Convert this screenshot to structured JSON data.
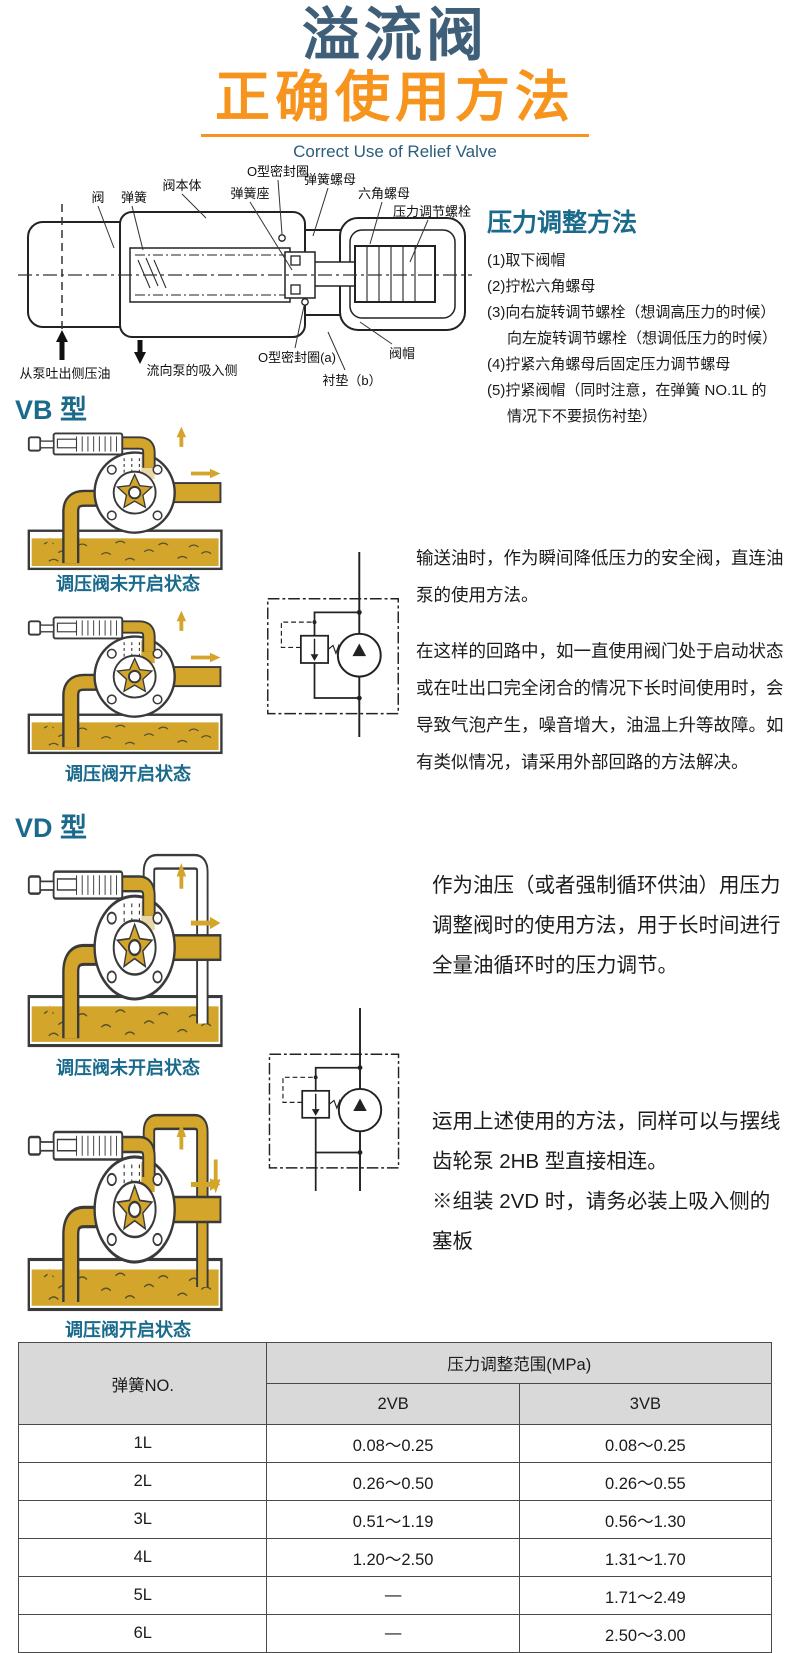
{
  "colors": {
    "title_blue": "#3f5e78",
    "subtitle_blue": "#2b5d7c",
    "orange": "#f7941e",
    "teal": "#1a6a8c",
    "oil_gold": "#d3a52b",
    "table_header_bg": "#d9d9d9"
  },
  "header": {
    "title_line1": "溢流阀",
    "title_line2": "正确使用方法",
    "subtitle": "Correct Use of Relief Valve"
  },
  "valve_diagram": {
    "labels": {
      "valve": "阀",
      "spring": "弹簧",
      "valve_body": "阀本体",
      "spring_seat": "弹簧座",
      "o_ring": "O型密封圈",
      "spring_nut": "弹簧螺母",
      "hex_nut": "六角螺母",
      "pressure_adjust_bolt": "压力调节螺栓",
      "o_ring_a": "O型密封圈(a)",
      "valve_cap": "阀帽",
      "gasket_b": "衬垫（b）",
      "from_pump_discharge": "从泵吐出侧压油",
      "to_pump_suction": "流向泵的吸入侧"
    }
  },
  "adjustment": {
    "heading": "压力调整方法",
    "steps": [
      "(1)取下阀帽",
      "(2)拧松六角螺母",
      "(3)向右旋转调节螺栓（想调高压力的时候）",
      "向左旋转调节螺栓（想调低压力的时候）",
      "(4)拧紧六角螺母后固定压力调节螺母",
      "(5)拧紧阀帽（同时注意，在弹簧 NO.1L 的",
      "情况下不要损伤衬垫）"
    ]
  },
  "vb_section": {
    "heading": "VB 型",
    "caption_closed": "调压阀未开启状态",
    "caption_open": "调压阀开启状态",
    "para1": "输送油时，作为瞬间降低压力的安全阀，直连油泵的使用方法。",
    "para2": "在这样的回路中，如一直使用阀门处于启动状态或在吐出口完全闭合的情况下长时间使用时，会导致气泡产生，噪音增大，油温上升等故障。如有类似情况，请采用外部回路的方法解决。"
  },
  "vd_section": {
    "heading": "VD 型",
    "caption_closed": "调压阀未开启状态",
    "caption_open": "调压阀开启状态",
    "para1": "作为油压（或者强制循环供油）用压力调整阀时的使用方法，用于长时间进行全量油循环时的压力调节。",
    "para2": "运用上述使用的方法，同样可以与摆线齿轮泵 2HB 型直接相连。",
    "para3": "※组装 2VD 时，请务必装上吸入侧的塞板"
  },
  "table": {
    "col_spring": "弹簧NO.",
    "col_range": "压力调整范围(MPa)",
    "col_2vb": "2VB",
    "col_3vb": "3VB",
    "rows": [
      {
        "no": "1L",
        "vb2": "0.08～0.25",
        "vb3": "0.08～0.25"
      },
      {
        "no": "2L",
        "vb2": "0.26～0.50",
        "vb3": "0.26～0.55"
      },
      {
        "no": "3L",
        "vb2": "0.51～1.19",
        "vb3": "0.56～1.30"
      },
      {
        "no": "4L",
        "vb2": "1.20～2.50",
        "vb3": "1.31～1.70"
      },
      {
        "no": "5L",
        "vb2": "—",
        "vb3": "1.71～2.49"
      },
      {
        "no": "6L",
        "vb2": "—",
        "vb3": "2.50～3.00"
      }
    ]
  }
}
